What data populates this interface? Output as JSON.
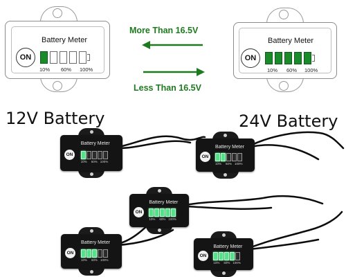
{
  "diagram": {
    "meter_title": "Battery Meter",
    "on_label": "ON",
    "pct_labels": [
      "10%",
      "60%",
      "100%"
    ],
    "left_lit_segments": 1,
    "right_lit_segments": 5,
    "segment_count": 5,
    "arrow_top_label": "More Than 16.5V",
    "arrow_bottom_label": "Less Than 16.5V",
    "arrow_color": "#1e7a1e",
    "lit_color": "#1b8a2b"
  },
  "labels": {
    "left": "12V Battery",
    "right": "24V Battery"
  },
  "photos": {
    "meter_title": "Battery Meter",
    "on_label": "ON",
    "pct_labels": [
      "10%",
      "60%",
      "100%"
    ],
    "lit_color": "#55e08a",
    "meters": [
      {
        "id": "photo-1",
        "lit": 1
      },
      {
        "id": "photo-2",
        "lit": 2
      },
      {
        "id": "photo-3",
        "lit": 5
      },
      {
        "id": "photo-4",
        "lit": 3
      },
      {
        "id": "photo-5",
        "lit": 4
      }
    ]
  }
}
